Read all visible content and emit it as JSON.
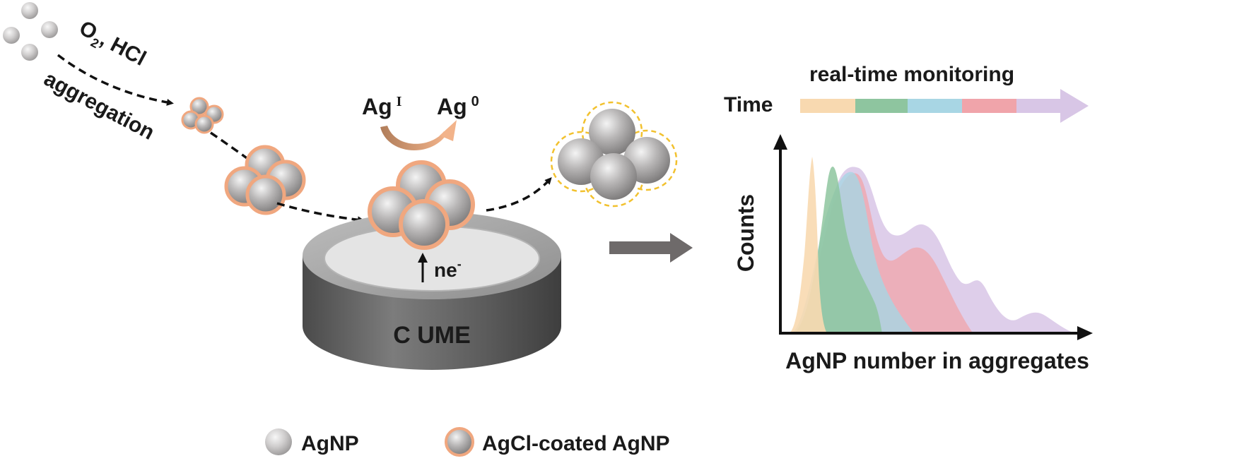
{
  "labels": {
    "reagents_main": "O",
    "reagents_sub": "2",
    "reagents_rest": ", HCl",
    "aggregation": "aggregation",
    "ag1_main": "Ag",
    "ag1_sup": "I",
    "ag0_main": "Ag",
    "ag0_sup": "0",
    "electron_main": "ne",
    "electron_sup": "-",
    "electrode": "C UME",
    "monitoring": "real-time monitoring",
    "time": "Time",
    "y_axis": "Counts",
    "x_axis": "AgNP number in aggregates"
  },
  "legend": {
    "agnp": "AgNP",
    "agcl_agnp": "AgCl-coated AgNP"
  },
  "colors": {
    "agnp": "#b3b1b1",
    "agcl_shell": "#f0a77f",
    "dashed_ring": "#f2c12e",
    "reduction_arrow": "#d9a07e",
    "electrode_body": "#5a5a5a",
    "electrode_rim": "#a8a8a8",
    "electrode_surface": "#e3e3e3",
    "timeline": [
      "#f8d9b0",
      "#8ec59f",
      "#a8d6e4",
      "#f0a4aa",
      "#d8c6e6"
    ],
    "distributions": [
      "#f8d9b0",
      "#8ec59f",
      "#a8d6e4",
      "#f0a4aa",
      "#d8c6e6"
    ]
  }
}
